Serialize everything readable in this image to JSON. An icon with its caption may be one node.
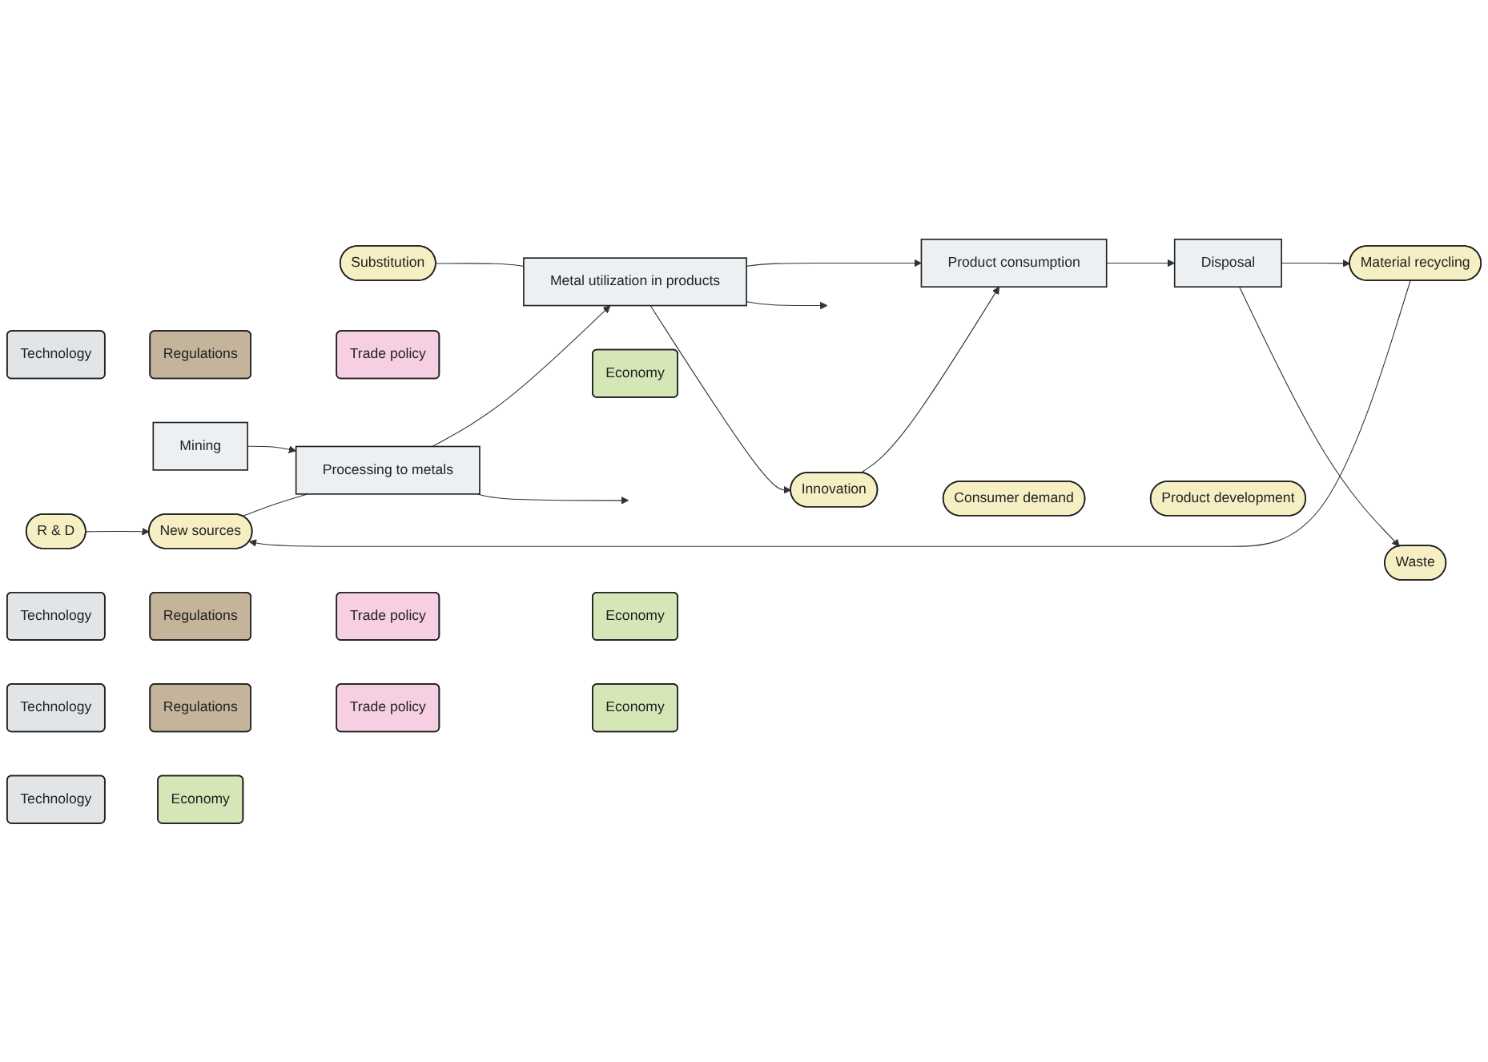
{
  "diagram": {
    "nodes": [
      {
        "text": [
          "R & D"
        ]
      },
      {
        "text": [
          "New sources"
        ]
      },
      {
        "text": [
          "Substitution"
        ]
      },
      {
        "text": [
          "Material recycling"
        ]
      },
      {
        "text": [
          "Mining"
        ]
      },
      {
        "text": [
          "Processing to metals"
        ]
      },
      {
        "text": [
          "Metal utilization in products"
        ]
      },
      {
        "text": [
          "Product consumption"
        ]
      },
      {
        "text": [
          "Disposal"
        ]
      },
      {
        "text": [
          "Innovation"
        ]
      },
      {
        "text": [
          "Waste"
        ]
      },
      {
        "text": [
          "Consumer demand"
        ]
      },
      {
        "text": [
          "Product development"
        ]
      },
      {
        "text": [
          "Technology"
        ]
      },
      {
        "text": [
          "Technology"
        ]
      },
      {
        "text": [
          "Technology"
        ]
      },
      {
        "text": [
          "Technology"
        ]
      },
      {
        "text": [
          "Regulations"
        ]
      },
      {
        "text": [
          "Regulations"
        ]
      },
      {
        "text": [
          "Regulations"
        ]
      },
      {
        "text": [
          "Trade policy"
        ]
      },
      {
        "text": [
          "Trade policy"
        ]
      },
      {
        "text": [
          "Trade policy"
        ]
      },
      {
        "text": [
          "Economy"
        ]
      },
      {
        "text": [
          "Economy"
        ]
      },
      {
        "text": [
          "Economy"
        ]
      },
      {
        "text": [
          "Economy"
        ]
      }
    ],
    "edges": [
      {
        "from": 0,
        "to": 1,
        "arrow": "to"
      },
      {
        "from": 1,
        "to": 5,
        "arrow": "none"
      },
      {
        "from": 2,
        "to": 6,
        "arrow": "none"
      },
      {
        "from": 4,
        "to": 5,
        "arrow": "to"
      },
      {
        "from": 5,
        "to": 6,
        "arrow": "to"
      },
      {
        "from": 6,
        "to": 7,
        "arrow": "to"
      },
      {
        "from": 7,
        "to": 8,
        "arrow": "to"
      },
      {
        "from": 8,
        "to": 3,
        "arrow": "to"
      },
      {
        "from": 3,
        "to": 1,
        "arrow": "to"
      },
      {
        "from": 5,
        "to": null,
        "arrow": "to"
      },
      {
        "from": 6,
        "to": null,
        "arrow": "to"
      },
      {
        "from": 6,
        "to": 9,
        "arrow": "to"
      },
      {
        "from": 9,
        "to": 7,
        "arrow": "to"
      },
      {
        "from": 8,
        "to": 10,
        "arrow": "to"
      }
    ]
  }
}
